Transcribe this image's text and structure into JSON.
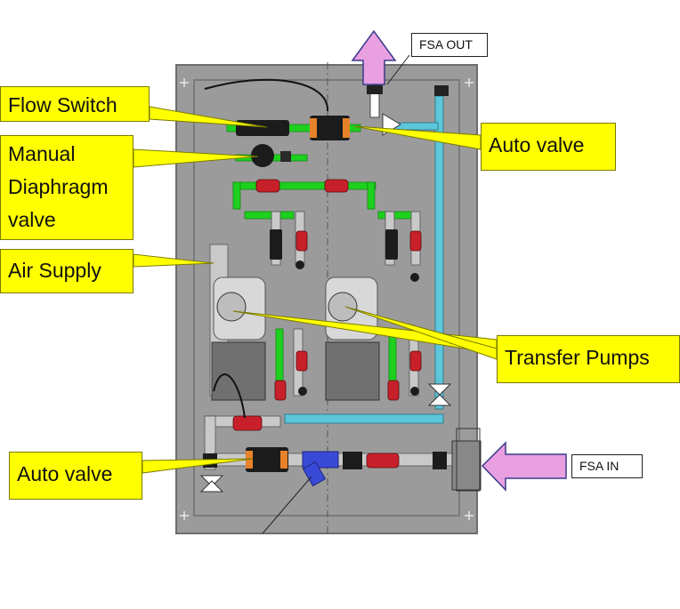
{
  "labels": {
    "flow_switch": "Flow Switch",
    "manual_diaphragm_valve": [
      "Manual",
      "Diaphragm",
      "valve"
    ],
    "air_supply": "Air Supply",
    "auto_valve_top": "Auto valve",
    "transfer_pumps": "Transfer Pumps",
    "auto_valve_bottom": "Auto valve"
  },
  "tags": {
    "fsa_out": "FSA OUT",
    "fsa_in": "FSA IN"
  },
  "colors": {
    "callout_fill": "#ffff00",
    "panel": "#9b9b9b",
    "pipe_green": "#1ed01e",
    "pipe_blue": "#5ec6da",
    "valve_red": "#c8202a",
    "flange_orange": "#e8822a",
    "arrow_fill": "#e8a0e0"
  }
}
